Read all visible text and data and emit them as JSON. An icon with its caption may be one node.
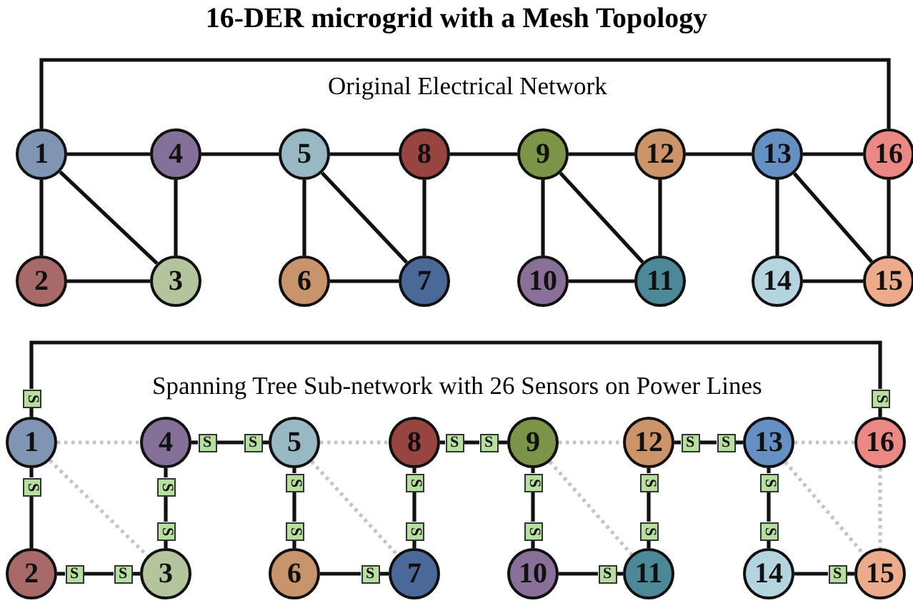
{
  "diagram": {
    "title": "16-DER microgrid with a Mesh Topology",
    "nodes": [
      {
        "text": [
          "1"
        ]
      },
      {
        "text": [
          "4"
        ]
      },
      {
        "text": [
          "5"
        ]
      },
      {
        "text": [
          "8"
        ]
      },
      {
        "text": [
          "9"
        ]
      },
      {
        "text": [
          "12"
        ]
      },
      {
        "text": [
          "13"
        ]
      },
      {
        "text": [
          "16"
        ]
      },
      {
        "text": [
          "2"
        ]
      },
      {
        "text": [
          "3"
        ]
      },
      {
        "text": [
          "6"
        ]
      },
      {
        "text": [
          "7"
        ]
      },
      {
        "text": [
          "10"
        ]
      },
      {
        "text": [
          "11"
        ]
      },
      {
        "text": [
          "14"
        ]
      },
      {
        "text": [
          "15"
        ]
      },
      {
        "text": [
          "1"
        ]
      },
      {
        "text": [
          "4"
        ]
      },
      {
        "text": [
          "5"
        ]
      },
      {
        "text": [
          "8"
        ]
      },
      {
        "text": [
          "9"
        ]
      },
      {
        "text": [
          "12"
        ]
      },
      {
        "text": [
          "13"
        ]
      },
      {
        "text": [
          "16"
        ]
      },
      {
        "text": [
          "2"
        ]
      },
      {
        "text": [
          "3"
        ]
      },
      {
        "text": [
          "6"
        ]
      },
      {
        "text": [
          "7"
        ]
      },
      {
        "text": [
          "10"
        ]
      },
      {
        "text": [
          "11"
        ]
      },
      {
        "text": [
          "14"
        ]
      },
      {
        "text": [
          "15"
        ]
      },
      {
        "text": [
          "S"
        ]
      },
      {
        "text": [
          "S"
        ]
      },
      {
        "text": [
          "S"
        ]
      },
      {
        "text": [
          "S"
        ]
      },
      {
        "text": [
          "S"
        ]
      },
      {
        "text": [
          "S"
        ]
      },
      {
        "text": [
          "S"
        ]
      },
      {
        "text": [
          "S"
        ]
      },
      {
        "text": [
          "S"
        ]
      },
      {
        "text": [
          "S"
        ]
      },
      {
        "text": [
          "S"
        ]
      },
      {
        "text": [
          "S"
        ]
      },
      {
        "text": [
          "S"
        ]
      },
      {
        "text": [
          "S"
        ]
      },
      {
        "text": [
          "S"
        ]
      },
      {
        "text": [
          "S"
        ]
      },
      {
        "text": [
          "S"
        ]
      },
      {
        "text": [
          "S"
        ]
      },
      {
        "text": [
          "S"
        ]
      },
      {
        "text": [
          "S"
        ]
      },
      {
        "text": [
          "S"
        ]
      },
      {
        "text": [
          "S"
        ]
      },
      {
        "text": [
          "S"
        ]
      },
      {
        "text": [
          "S"
        ]
      },
      {
        "text": [
          "S"
        ]
      },
      {
        "text": [
          "S"
        ]
      }
    ],
    "edges": [
      {
        "from": 0,
        "to": 7,
        "arrow": "none"
      },
      {
        "from": 0,
        "to": 1,
        "arrow": "none"
      },
      {
        "from": 0,
        "to": 8,
        "arrow": "none"
      },
      {
        "from": 0,
        "to": 9,
        "arrow": "none"
      },
      {
        "from": 1,
        "to": 9,
        "arrow": "none"
      },
      {
        "from": 8,
        "to": 9,
        "arrow": "none"
      },
      {
        "from": 1,
        "to": 2,
        "arrow": "none"
      },
      {
        "from": 2,
        "to": 3,
        "arrow": "none"
      },
      {
        "from": 2,
        "to": 10,
        "arrow": "none"
      },
      {
        "from": 2,
        "to": 11,
        "arrow": "none"
      },
      {
        "from": 3,
        "to": 11,
        "arrow": "none"
      },
      {
        "from": 10,
        "to": 11,
        "arrow": "none"
      },
      {
        "from": 3,
        "to": 4,
        "arrow": "none"
      },
      {
        "from": 4,
        "to": 5,
        "arrow": "none"
      },
      {
        "from": 4,
        "to": 12,
        "arrow": "none"
      },
      {
        "from": 4,
        "to": 13,
        "arrow": "none"
      },
      {
        "from": 12,
        "to": 13,
        "arrow": "none"
      },
      {
        "from": 5,
        "to": 13,
        "arrow": "none"
      },
      {
        "from": 5,
        "to": 6,
        "arrow": "none"
      },
      {
        "from": 6,
        "to": 7,
        "arrow": "none"
      },
      {
        "from": 6,
        "to": 14,
        "arrow": "none"
      },
      {
        "from": 6,
        "to": 15,
        "arrow": "none"
      },
      {
        "from": 7,
        "to": 15,
        "arrow": "none"
      },
      {
        "from": 14,
        "to": 15,
        "arrow": "none"
      },
      {
        "from": 16,
        "to": 32,
        "arrow": "none"
      },
      {
        "from": 32,
        "to": 33,
        "arrow": "none"
      },
      {
        "from": 33,
        "to": 23,
        "arrow": "none"
      },
      {
        "from": 16,
        "to": 40,
        "arrow": "none"
      },
      {
        "from": 40,
        "to": 24,
        "arrow": "none"
      },
      {
        "from": 24,
        "to": 53,
        "arrow": "none"
      },
      {
        "from": 53,
        "to": 54,
        "arrow": "none"
      },
      {
        "from": 54,
        "to": 25,
        "arrow": "none"
      },
      {
        "from": 17,
        "to": 41,
        "arrow": "none"
      },
      {
        "from": 41,
        "to": 47,
        "arrow": "none"
      },
      {
        "from": 47,
        "to": 25,
        "arrow": "none"
      },
      {
        "from": 17,
        "to": 34,
        "arrow": "none"
      },
      {
        "from": 34,
        "to": 35,
        "arrow": "none"
      },
      {
        "from": 35,
        "to": 18,
        "arrow": "none"
      },
      {
        "from": 18,
        "to": 42,
        "arrow": "none"
      },
      {
        "from": 42,
        "to": 48,
        "arrow": "none"
      },
      {
        "from": 48,
        "to": 26,
        "arrow": "none"
      },
      {
        "from": 26,
        "to": 55,
        "arrow": "none"
      },
      {
        "from": 55,
        "to": 27,
        "arrow": "none"
      },
      {
        "from": 19,
        "to": 43,
        "arrow": "none"
      },
      {
        "from": 43,
        "to": 49,
        "arrow": "none"
      },
      {
        "from": 49,
        "to": 27,
        "arrow": "none"
      },
      {
        "from": 19,
        "to": 36,
        "arrow": "none"
      },
      {
        "from": 36,
        "to": 37,
        "arrow": "none"
      },
      {
        "from": 37,
        "to": 20,
        "arrow": "none"
      },
      {
        "from": 20,
        "to": 44,
        "arrow": "none"
      },
      {
        "from": 44,
        "to": 50,
        "arrow": "none"
      },
      {
        "from": 50,
        "to": 28,
        "arrow": "none"
      },
      {
        "from": 28,
        "to": 56,
        "arrow": "none"
      },
      {
        "from": 56,
        "to": 29,
        "arrow": "none"
      },
      {
        "from": 21,
        "to": 45,
        "arrow": "none"
      },
      {
        "from": 45,
        "to": 51,
        "arrow": "none"
      },
      {
        "from": 51,
        "to": 29,
        "arrow": "none"
      },
      {
        "from": 21,
        "to": 38,
        "arrow": "none"
      },
      {
        "from": 38,
        "to": 39,
        "arrow": "none"
      },
      {
        "from": 39,
        "to": 22,
        "arrow": "none"
      },
      {
        "from": 22,
        "to": 46,
        "arrow": "none"
      },
      {
        "from": 46,
        "to": 52,
        "arrow": "none"
      },
      {
        "from": 52,
        "to": 30,
        "arrow": "none"
      },
      {
        "from": 30,
        "to": 57,
        "arrow": "none"
      },
      {
        "from": 57,
        "to": 31,
        "arrow": "none"
      },
      {
        "from": 16,
        "to": 17,
        "arrow": "none",
        "style": "dashed",
        "color": "#c4c4c4"
      },
      {
        "from": 16,
        "to": 25,
        "arrow": "none",
        "style": "dashed",
        "color": "#c4c4c4"
      },
      {
        "from": 18,
        "to": 19,
        "arrow": "none",
        "style": "dashed",
        "color": "#c4c4c4"
      },
      {
        "from": 18,
        "to": 27,
        "arrow": "none",
        "style": "dashed",
        "color": "#c4c4c4"
      },
      {
        "from": 20,
        "to": 21,
        "arrow": "none",
        "style": "dashed",
        "color": "#c4c4c4"
      },
      {
        "from": 20,
        "to": 29,
        "arrow": "none",
        "style": "dashed",
        "color": "#c4c4c4"
      },
      {
        "from": 22,
        "to": 23,
        "arrow": "none",
        "style": "dashed",
        "color": "#c4c4c4"
      },
      {
        "from": 22,
        "to": 31,
        "arrow": "none",
        "style": "dashed",
        "color": "#c4c4c4"
      },
      {
        "from": 23,
        "to": 31,
        "arrow": "none",
        "style": "dashed",
        "color": "#c4c4c4"
      }
    ],
    "labels": [
      "Original Electrical Network",
      "Spanning Tree Sub-network with 26 Sensors on Power Lines"
    ]
  }
}
